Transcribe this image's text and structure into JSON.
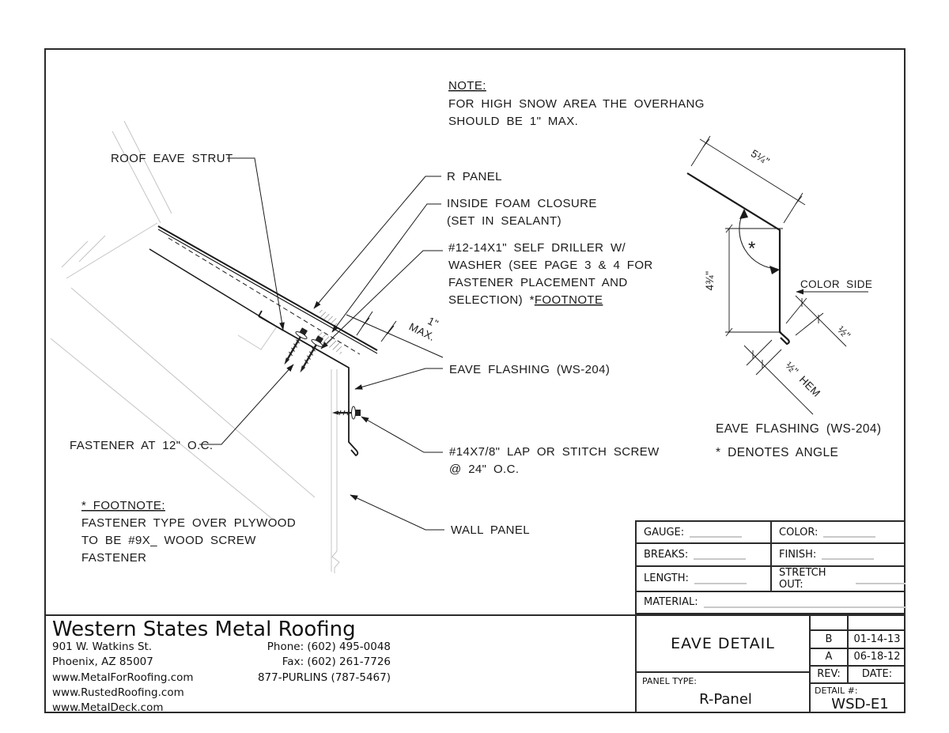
{
  "note": {
    "heading": "NOTE:",
    "line1": "FOR HIGH SNOW AREA THE OVERHANG",
    "line2": "SHOULD BE 1\" MAX."
  },
  "labels": {
    "roof_eave_strut": "ROOF EAVE STRUT",
    "r_panel": "R PANEL",
    "foam_line1": "INSIDE FOAM CLOSURE",
    "foam_line2": "(SET IN SEALANT)",
    "driller_line1": "#12-14X1\" SELF DRILLER W/",
    "driller_line2": "WASHER (SEE PAGE 3 & 4 FOR",
    "driller_line3": "FASTENER PLACEMENT AND",
    "driller_line4_prefix": "SELECTION) *",
    "driller_line4_footnote": "FOOTNOTE",
    "eave_flashing": "EAVE FLASHING (WS-204)",
    "stitch_line1": "#14X7/8\" LAP OR STITCH SCREW",
    "stitch_line2": "@ 24\" O.C.",
    "wall_panel": "WALL PANEL",
    "fastener": "FASTENER AT 12\" O.C."
  },
  "footnote": {
    "heading": "* FOOTNOTE:",
    "line1": "FASTENER TYPE OVER PLYWOOD",
    "line2": "TO BE #9X_ WOOD SCREW",
    "line3": "FASTENER"
  },
  "dims": {
    "overhang_value": "1\"",
    "overhang_qualifier": "MAX.",
    "flange": "5¼\"",
    "face": "4¾\"",
    "kick": "½\"",
    "hem": "½\" HEM",
    "color_side": "COLOR SIDE",
    "angle_marker": "*"
  },
  "detail_caption": {
    "line1": "EAVE FLASHING (WS-204)",
    "line2": "* DENOTES ANGLE"
  },
  "spec_table": {
    "gauge": "GAUGE:",
    "color": "COLOR:",
    "breaks": "BREAKS:",
    "finish": "FINISH:",
    "length": "LENGTH:",
    "stretch_out": "STRETCH OUT:",
    "material": "MATERIAL:"
  },
  "title_block": {
    "title": "EAVE DETAIL",
    "panel_type_label": "PANEL TYPE:",
    "panel_type": "R-Panel",
    "rev_b": "B",
    "rev_b_date": "01-14-13",
    "rev_a": "A",
    "rev_a_date": "06-18-12",
    "rev_label": "REV:",
    "date_label": "DATE:",
    "detail_label": "DETAIL #:",
    "detail_number": "WSD-E1"
  },
  "company": {
    "name": "Western States Metal Roofing",
    "address1": "901 W. Watkins St.",
    "address2": "Phoenix, AZ 85007",
    "web1": "www.MetalForRoofing.com",
    "web2": "www.RustedRoofing.com",
    "web3": "www.MetalDeck.com",
    "phone": "Phone: (602) 495-0048",
    "fax": "Fax: (602) 261-7726",
    "tollfree": "877-PURLINS (787-5467)"
  }
}
